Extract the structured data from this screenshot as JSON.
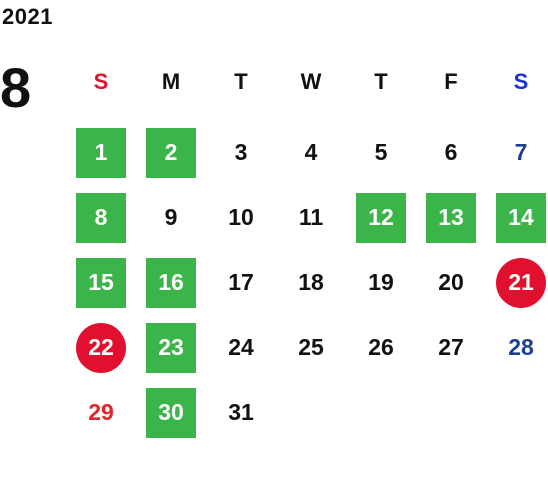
{
  "calendar": {
    "year": "2021",
    "month": "8",
    "weekdays": [
      {
        "label": "S",
        "color": "#e0102e"
      },
      {
        "label": "M",
        "color": "#111111"
      },
      {
        "label": "T",
        "color": "#111111"
      },
      {
        "label": "W",
        "color": "#111111"
      },
      {
        "label": "T",
        "color": "#111111"
      },
      {
        "label": "F",
        "color": "#111111"
      },
      {
        "label": "S",
        "color": "#1a2fd6"
      }
    ],
    "colors": {
      "holiday_square": "#3bb54a",
      "holiday_circle": "#e0102e",
      "sunday_text": "#e0262b",
      "saturday_text": "#1d3f8f"
    },
    "days": [
      {
        "label": "1",
        "style": "hol-sq"
      },
      {
        "label": "2",
        "style": "hol-sq"
      },
      {
        "label": "3",
        "style": ""
      },
      {
        "label": "4",
        "style": ""
      },
      {
        "label": "5",
        "style": ""
      },
      {
        "label": "6",
        "style": ""
      },
      {
        "label": "7",
        "style": "sat"
      },
      {
        "label": "8",
        "style": "hol-sq"
      },
      {
        "label": "9",
        "style": ""
      },
      {
        "label": "10",
        "style": ""
      },
      {
        "label": "11",
        "style": ""
      },
      {
        "label": "12",
        "style": "hol-sq"
      },
      {
        "label": "13",
        "style": "hol-sq"
      },
      {
        "label": "14",
        "style": "hol-sq"
      },
      {
        "label": "15",
        "style": "hol-sq"
      },
      {
        "label": "16",
        "style": "hol-sq"
      },
      {
        "label": "17",
        "style": ""
      },
      {
        "label": "18",
        "style": ""
      },
      {
        "label": "19",
        "style": ""
      },
      {
        "label": "20",
        "style": ""
      },
      {
        "label": "21",
        "style": "hol-circle"
      },
      {
        "label": "22",
        "style": "hol-circle"
      },
      {
        "label": "23",
        "style": "hol-sq"
      },
      {
        "label": "24",
        "style": ""
      },
      {
        "label": "25",
        "style": ""
      },
      {
        "label": "26",
        "style": ""
      },
      {
        "label": "27",
        "style": ""
      },
      {
        "label": "28",
        "style": "sat"
      },
      {
        "label": "29",
        "style": "sun"
      },
      {
        "label": "30",
        "style": "hol-sq"
      },
      {
        "label": "31",
        "style": ""
      }
    ]
  }
}
